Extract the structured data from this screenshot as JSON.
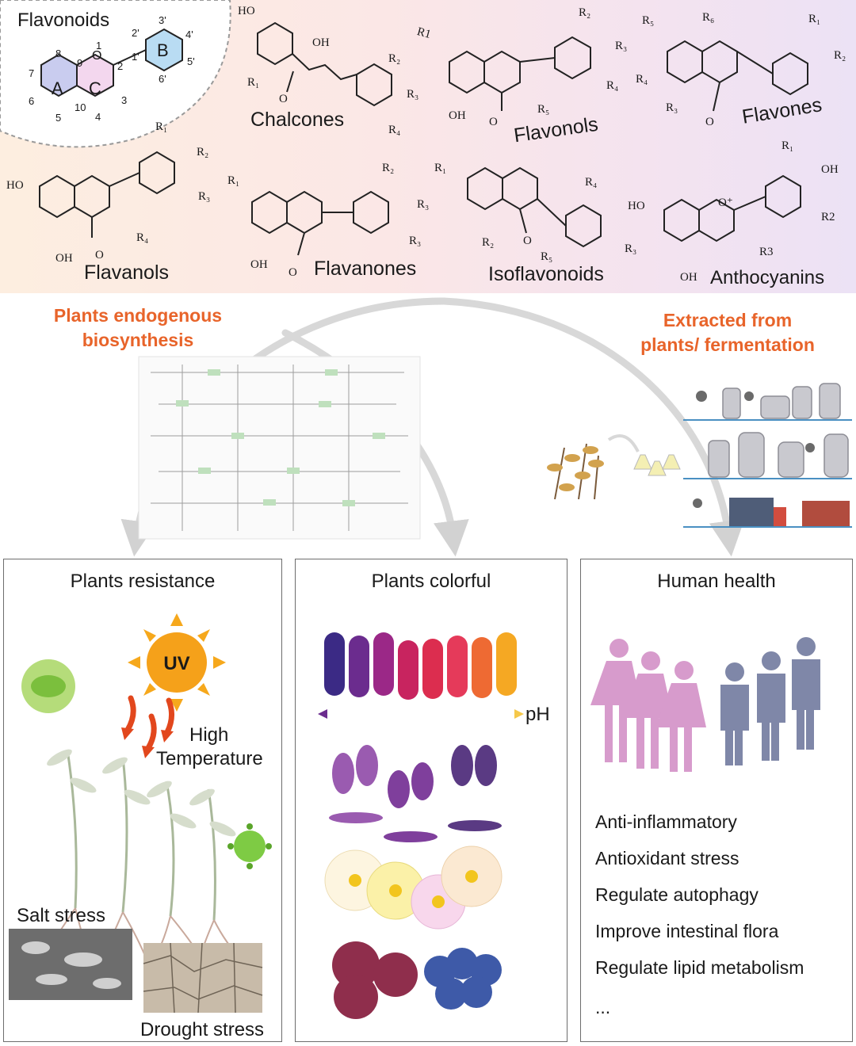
{
  "structures": {
    "core": {
      "title": "Flavonoids",
      "ring_a": "A",
      "ring_b": "B",
      "ring_c": "C",
      "numbers": [
        "1",
        "2",
        "3",
        "4",
        "5",
        "6",
        "7",
        "8",
        "9",
        "10",
        "1'",
        "2'",
        "3'",
        "4'",
        "5'",
        "6'"
      ],
      "o": "O"
    },
    "chalcones": {
      "name": "Chalcones",
      "ho": "HO",
      "oh": "OH",
      "r1": "R₁",
      "r2": "R₂",
      "r3": "R₃",
      "r4": "R₄",
      "o": "O"
    },
    "flavonols": {
      "name": "Flavonols",
      "r1": "R1",
      "r2": "R₂",
      "r3": "R₃",
      "r4": "R₄",
      "r5": "R₅",
      "oh": "OH",
      "o": "O"
    },
    "flavones": {
      "name": "Flavones",
      "r1": "R₁",
      "r2": "R₂",
      "r3": "R₃",
      "r4": "R₄",
      "r5": "R₅",
      "r6": "R₆",
      "o": "O"
    },
    "flavanols": {
      "name": "Flavanols",
      "ho": "HO",
      "oh": "OH",
      "r1": "R₁",
      "r2": "R₂",
      "r3": "R₃",
      "r4": "R₄",
      "o": "O"
    },
    "flavanones": {
      "name": "Flavanones",
      "r1": "R₁",
      "r2": "R₂",
      "r3": "R₃",
      "oh": "OH",
      "o": "O"
    },
    "isoflavonoids": {
      "name": "Isoflavonoids",
      "r1": "R₁",
      "r2": "R₂",
      "r3": "R₃",
      "r4": "R₄",
      "r5": "R₅",
      "o": "O"
    },
    "anthocyanins": {
      "name": "Anthocyanins",
      "ho": "HO",
      "oh": "OH",
      "oh2": "OH",
      "r1": "R₁",
      "r2": "R2",
      "r3": "R3",
      "o": "O⁺"
    }
  },
  "sources": {
    "left": [
      "Plants endogenous",
      "biosynthesis"
    ],
    "right": [
      "Extracted from",
      "plants/ fermentation"
    ]
  },
  "panels": {
    "resistance": {
      "title": "Plants resistance",
      "uv": "UV",
      "high": "High",
      "temperature": "Temperature",
      "salt": "Salt stress",
      "drought": "Drought stress"
    },
    "colorful": {
      "title": "Plants colorful",
      "ph": "pH",
      "bar_colors": [
        "#3b2a85",
        "#6b2c8e",
        "#9b2887",
        "#c8245f",
        "#dc2d4f",
        "#e53a5a",
        "#ee6a33",
        "#f5a823"
      ]
    },
    "health": {
      "title": "Human health",
      "items": [
        "Anti-inflammatory",
        "Antioxidant stress",
        "Regulate autophagy",
        "Improve intestinal flora",
        "Regulate lipid metabolism",
        "..."
      ]
    }
  },
  "colors": {
    "accent_orange": "#e8642a",
    "ring_a": "#c9ccef",
    "ring_b": "#b9dcf3",
    "ring_c": "#f3d7ee",
    "female": "#d79bcc",
    "male": "#7f87a8"
  }
}
